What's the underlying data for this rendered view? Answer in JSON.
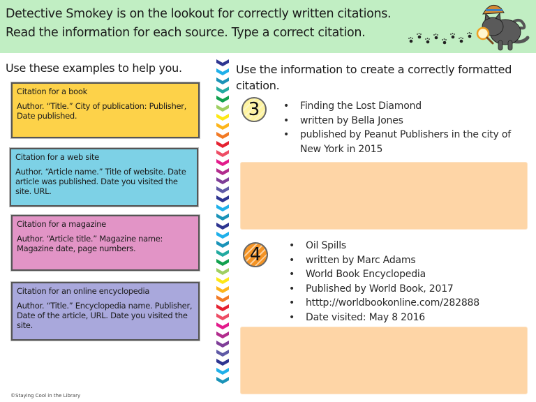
{
  "header": {
    "line1": "Detective Smokey is on the lookout for correctly written citations.",
    "line2": "Read the information for each source. Type a correct citation.",
    "bg_color": "#c1eec3",
    "illustration": "detective-cat-with-magnifying-glass"
  },
  "left": {
    "title": "Use these examples to help you.",
    "cards": [
      {
        "title": "Citation for a book",
        "body": "Author.  “Title.”  City of publication: Publisher,  Date published.",
        "color": "#fdd249"
      },
      {
        "title": "Citation for a web site",
        "body": "Author.  “Article name.”  Title of website. Date article was published.  Date you visited the site.  URL.",
        "color": "#7dd1e6"
      },
      {
        "title": "Citation for a magazine",
        "body": "Author.  “Article title.”  Magazine name: Magazine date, page numbers.",
        "color": "#e294c6"
      },
      {
        "title": "Citation for an online encyclopedia",
        "body": "Author.  “Title.”  Encyclopedia name. Publisher,  Date of the article, URL. Date you visited the site.",
        "color": "#a9a8dc"
      }
    ]
  },
  "divider": {
    "chevron_colors": [
      "#2e3591",
      "#1fb0ea",
      "#1a93b8",
      "#21aaa0",
      "#11a14f",
      "#9fcf62",
      "#fde815",
      "#fdb51a",
      "#f27a25",
      "#e52231",
      "#ee4d65",
      "#e31b8c",
      "#b22c8d",
      "#7f3e98",
      "#5f5aa6",
      "#2e3591",
      "#1fb0ea",
      "#1a93b8",
      "#2e3591",
      "#1fb0ea",
      "#1a93b8",
      "#21aaa0",
      "#11a14f",
      "#9fcf62",
      "#fde815",
      "#fdb51a",
      "#f27a25",
      "#e52231",
      "#ee4d65",
      "#e31b8c",
      "#b22c8d",
      "#7f3e98",
      "#5f5aa6",
      "#2e3591",
      "#1fb0ea",
      "#1a93b8"
    ]
  },
  "right": {
    "title": "Use the information to create a correctly formatted citation.",
    "items": [
      {
        "number": "3",
        "circle_color": "#fff4a0",
        "facts": [
          "Finding the Lost Diamond",
          "written by Bella Jones",
          "published by Peanut Publishers in the city of New York in 2015"
        ],
        "answer_value": "",
        "answer_box_color": "#fed5a6"
      },
      {
        "number": "4",
        "circle_color": "#f49324",
        "facts": [
          "Oil Spills",
          "written by Marc Adams",
          "World Book Encyclopedia",
          "Published by World Book, 2017",
          "htttp://worldbookonline.com/282888",
          "Date visited:  May 8 2016"
        ],
        "answer_value": "",
        "answer_box_color": "#fed5a6"
      }
    ]
  },
  "footer": {
    "copyright": "©Staying Cool in the Library"
  }
}
